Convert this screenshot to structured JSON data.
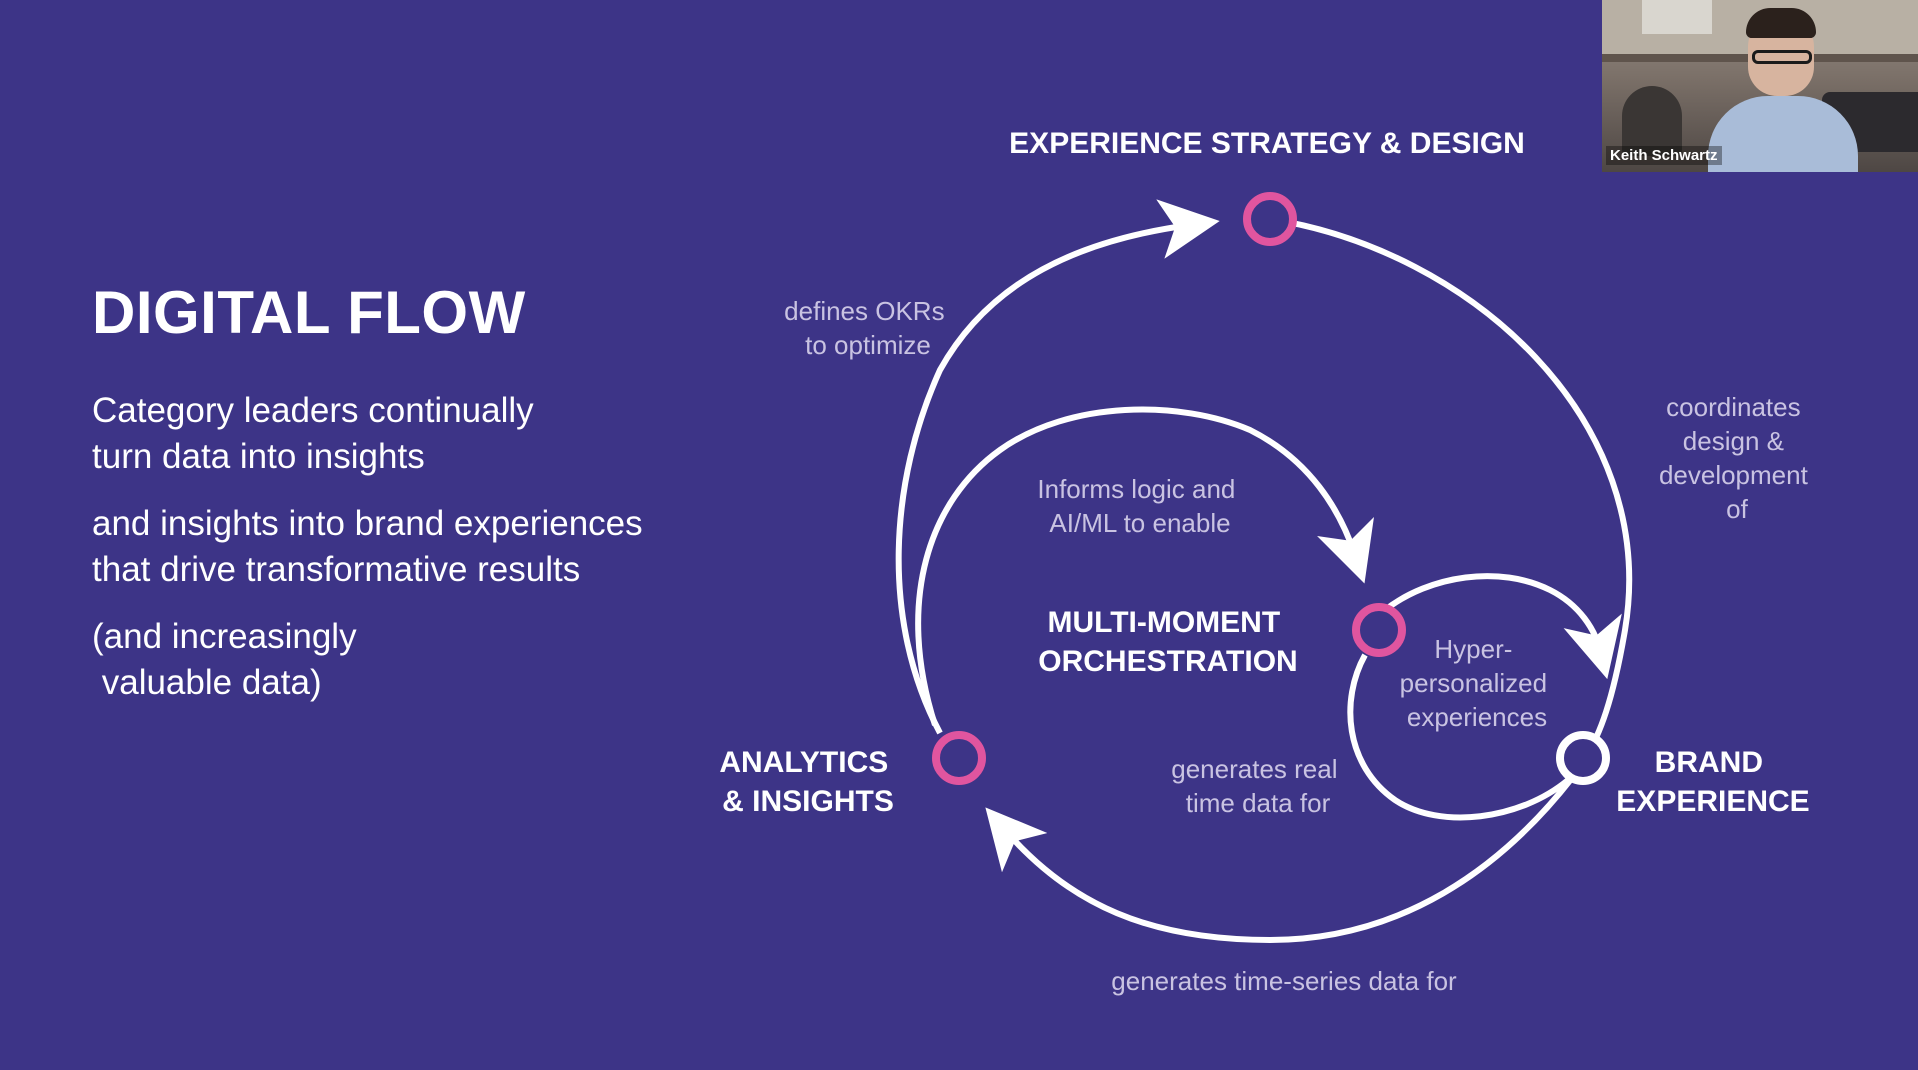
{
  "slide": {
    "title": "DIGITAL FLOW",
    "paragraphs": [
      [
        "Category leaders continually",
        "turn data into insights"
      ],
      [
        "and insights into brand experiences",
        "that drive transformative results"
      ],
      [
        "(and increasingly",
        " valuable data)"
      ]
    ]
  },
  "diagram": {
    "nodes": {
      "strategy": "EXPERIENCE STRATEGY & DESIGN",
      "analytics": [
        "ANALYTICS",
        "& INSIGHTS"
      ],
      "orchestration": [
        "MULTI-MOMENT",
        "ORCHESTRATION"
      ],
      "brand": [
        "BRAND",
        "EXPERIENCE"
      ]
    },
    "edges": {
      "defines": [
        "defines OKRs",
        "to optimize"
      ],
      "coordinates": [
        "coordinates",
        "design &",
        "development",
        "of"
      ],
      "informs": [
        "Informs logic and",
        "AI/ML to enable"
      ],
      "hyper": [
        "Hyper-",
        "personalized",
        "experiences"
      ],
      "realtime": [
        "generates real",
        "time data for"
      ],
      "timeseries": "generates time-series data for"
    }
  },
  "video": {
    "participant_name": "Keith Schwartz"
  },
  "colors": {
    "background": "#3d3487",
    "node_accent": "#e0559f",
    "node_white": "#ffffff",
    "edge_label": "#c9c3e2"
  }
}
